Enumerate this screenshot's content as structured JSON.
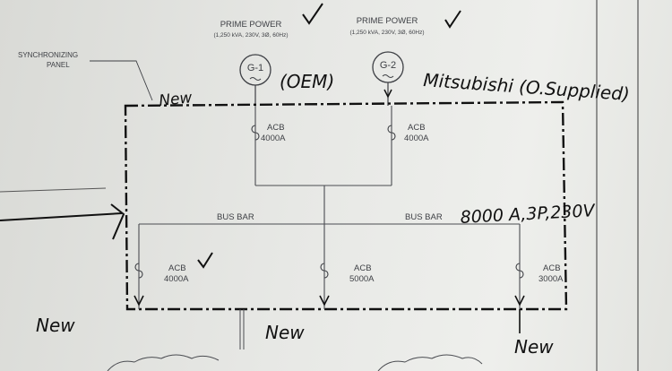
{
  "generators": [
    {
      "id": "gen-1",
      "symbol": "G-1",
      "heading": "PRIME POWER",
      "rating": "(1,250 kVA, 230V, 3Ø, 60Hz)",
      "note": "(OEM)"
    },
    {
      "id": "gen-2",
      "symbol": "G-2",
      "heading": "PRIME POWER",
      "rating": "(1,250 kVA, 230V, 3Ø, 60Hz)",
      "note": "Mitsubishi (O.Supplied)"
    }
  ],
  "synchronizing_panel": {
    "line1": "SYNCHRONIZING",
    "line2": "PANEL"
  },
  "bus_bars": {
    "left": "BUS BAR",
    "right": "BUS BAR",
    "rating_note": "8000 A,3P,230V"
  },
  "breakers": [
    {
      "id": "acb-g1",
      "type": "ACB",
      "rating": "4000A"
    },
    {
      "id": "acb-g2",
      "type": "ACB",
      "rating": "4000A"
    },
    {
      "id": "acb-out-1",
      "type": "ACB",
      "rating": "4000A"
    },
    {
      "id": "acb-out-2",
      "type": "ACB",
      "rating": "5000A"
    },
    {
      "id": "acb-out-3",
      "type": "ACB",
      "rating": "3000A"
    }
  ],
  "handwritten_marks": {
    "new": "New"
  }
}
